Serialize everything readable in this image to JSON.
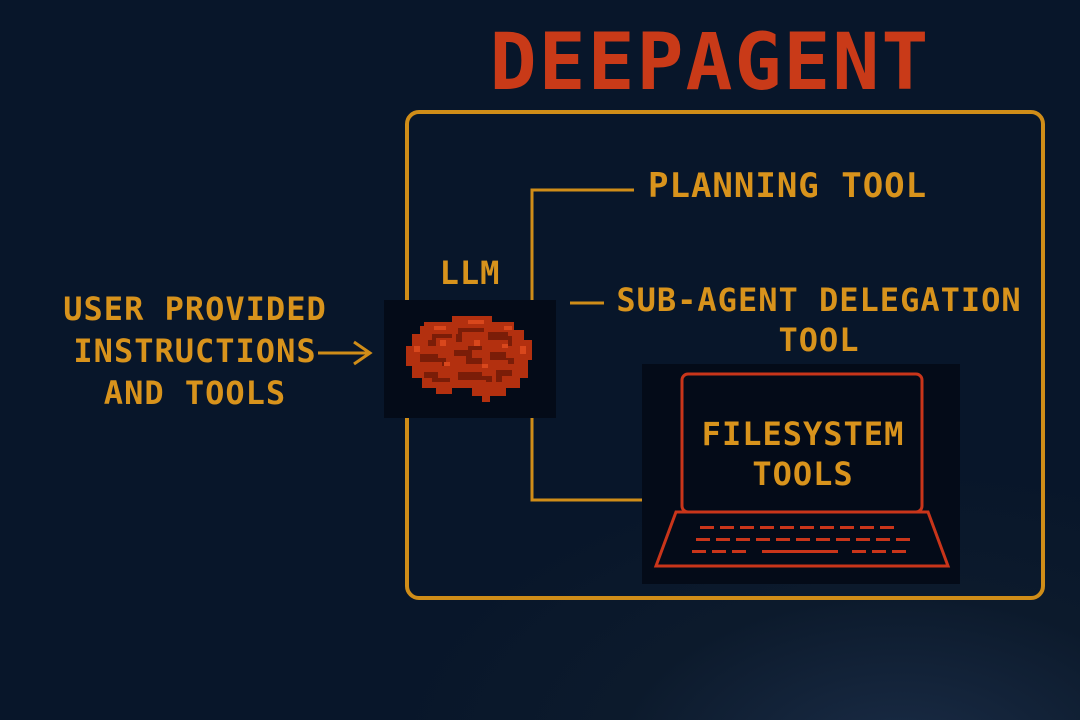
{
  "title": "DEEPAGENT",
  "input": {
    "lines": [
      "USER PROVIDED",
      "INSTRUCTIONS",
      "AND TOOLS"
    ]
  },
  "llm": {
    "label": "LLM"
  },
  "tools": {
    "planning": "PLANNING TOOL",
    "subagent_lines": [
      "SUB-AGENT DELEGATION",
      "TOOL"
    ],
    "filesystem_lines": [
      "FILESYSTEM",
      "TOOLS"
    ]
  },
  "colors": {
    "title": "#c93a18",
    "frame": "#d08d18",
    "label": "#d8931c",
    "brain": "#b3300f",
    "laptop": "#c9351a",
    "background": "#0a182b"
  },
  "icons": {
    "brain": "brain-icon",
    "laptop": "laptop-icon",
    "arrow": "arrow-right-icon"
  }
}
